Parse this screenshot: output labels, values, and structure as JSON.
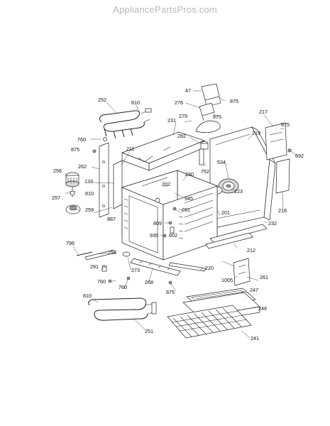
{
  "watermark": "AppliancePartsPros.com",
  "labels": {
    "l252": "252",
    "l810a": "810",
    "l760a": "760",
    "l875a": "875",
    "l211": "211",
    "l262": "262",
    "l133": "133",
    "l256": "256",
    "l810b": "810",
    "l257": "257",
    "l259": "259",
    "l887": "887",
    "l47": "47",
    "l875b": "875",
    "l276": "276",
    "l875c": "875",
    "l279": "279",
    "l231": "231",
    "l282": "282",
    "l217": "217",
    "l875d": "875",
    "l219": "219",
    "l692": "692",
    "l534": "534",
    "l230": "230",
    "l752": "752",
    "l202": "202",
    "l223": "223",
    "l945": "945",
    "l218": "218",
    "l261a": "261",
    "l201": "201",
    "l232": "232",
    "l809": "809",
    "l935": "935",
    "l602": "602",
    "l796": "796",
    "l253": "253",
    "l212": "212",
    "l291": "291",
    "l273": "273",
    "l220": "220",
    "l760b": "760",
    "l760c": "760",
    "l268": "268",
    "l1005": "1005",
    "l261b": "261",
    "l875e": "875",
    "l247": "247",
    "l810c": "810",
    "l246": "246",
    "l251": "251",
    "l241": "241"
  },
  "colors": {
    "line": "#222222",
    "watermark": "#b8b8b8",
    "panel_shade": "#d8d8d8"
  }
}
